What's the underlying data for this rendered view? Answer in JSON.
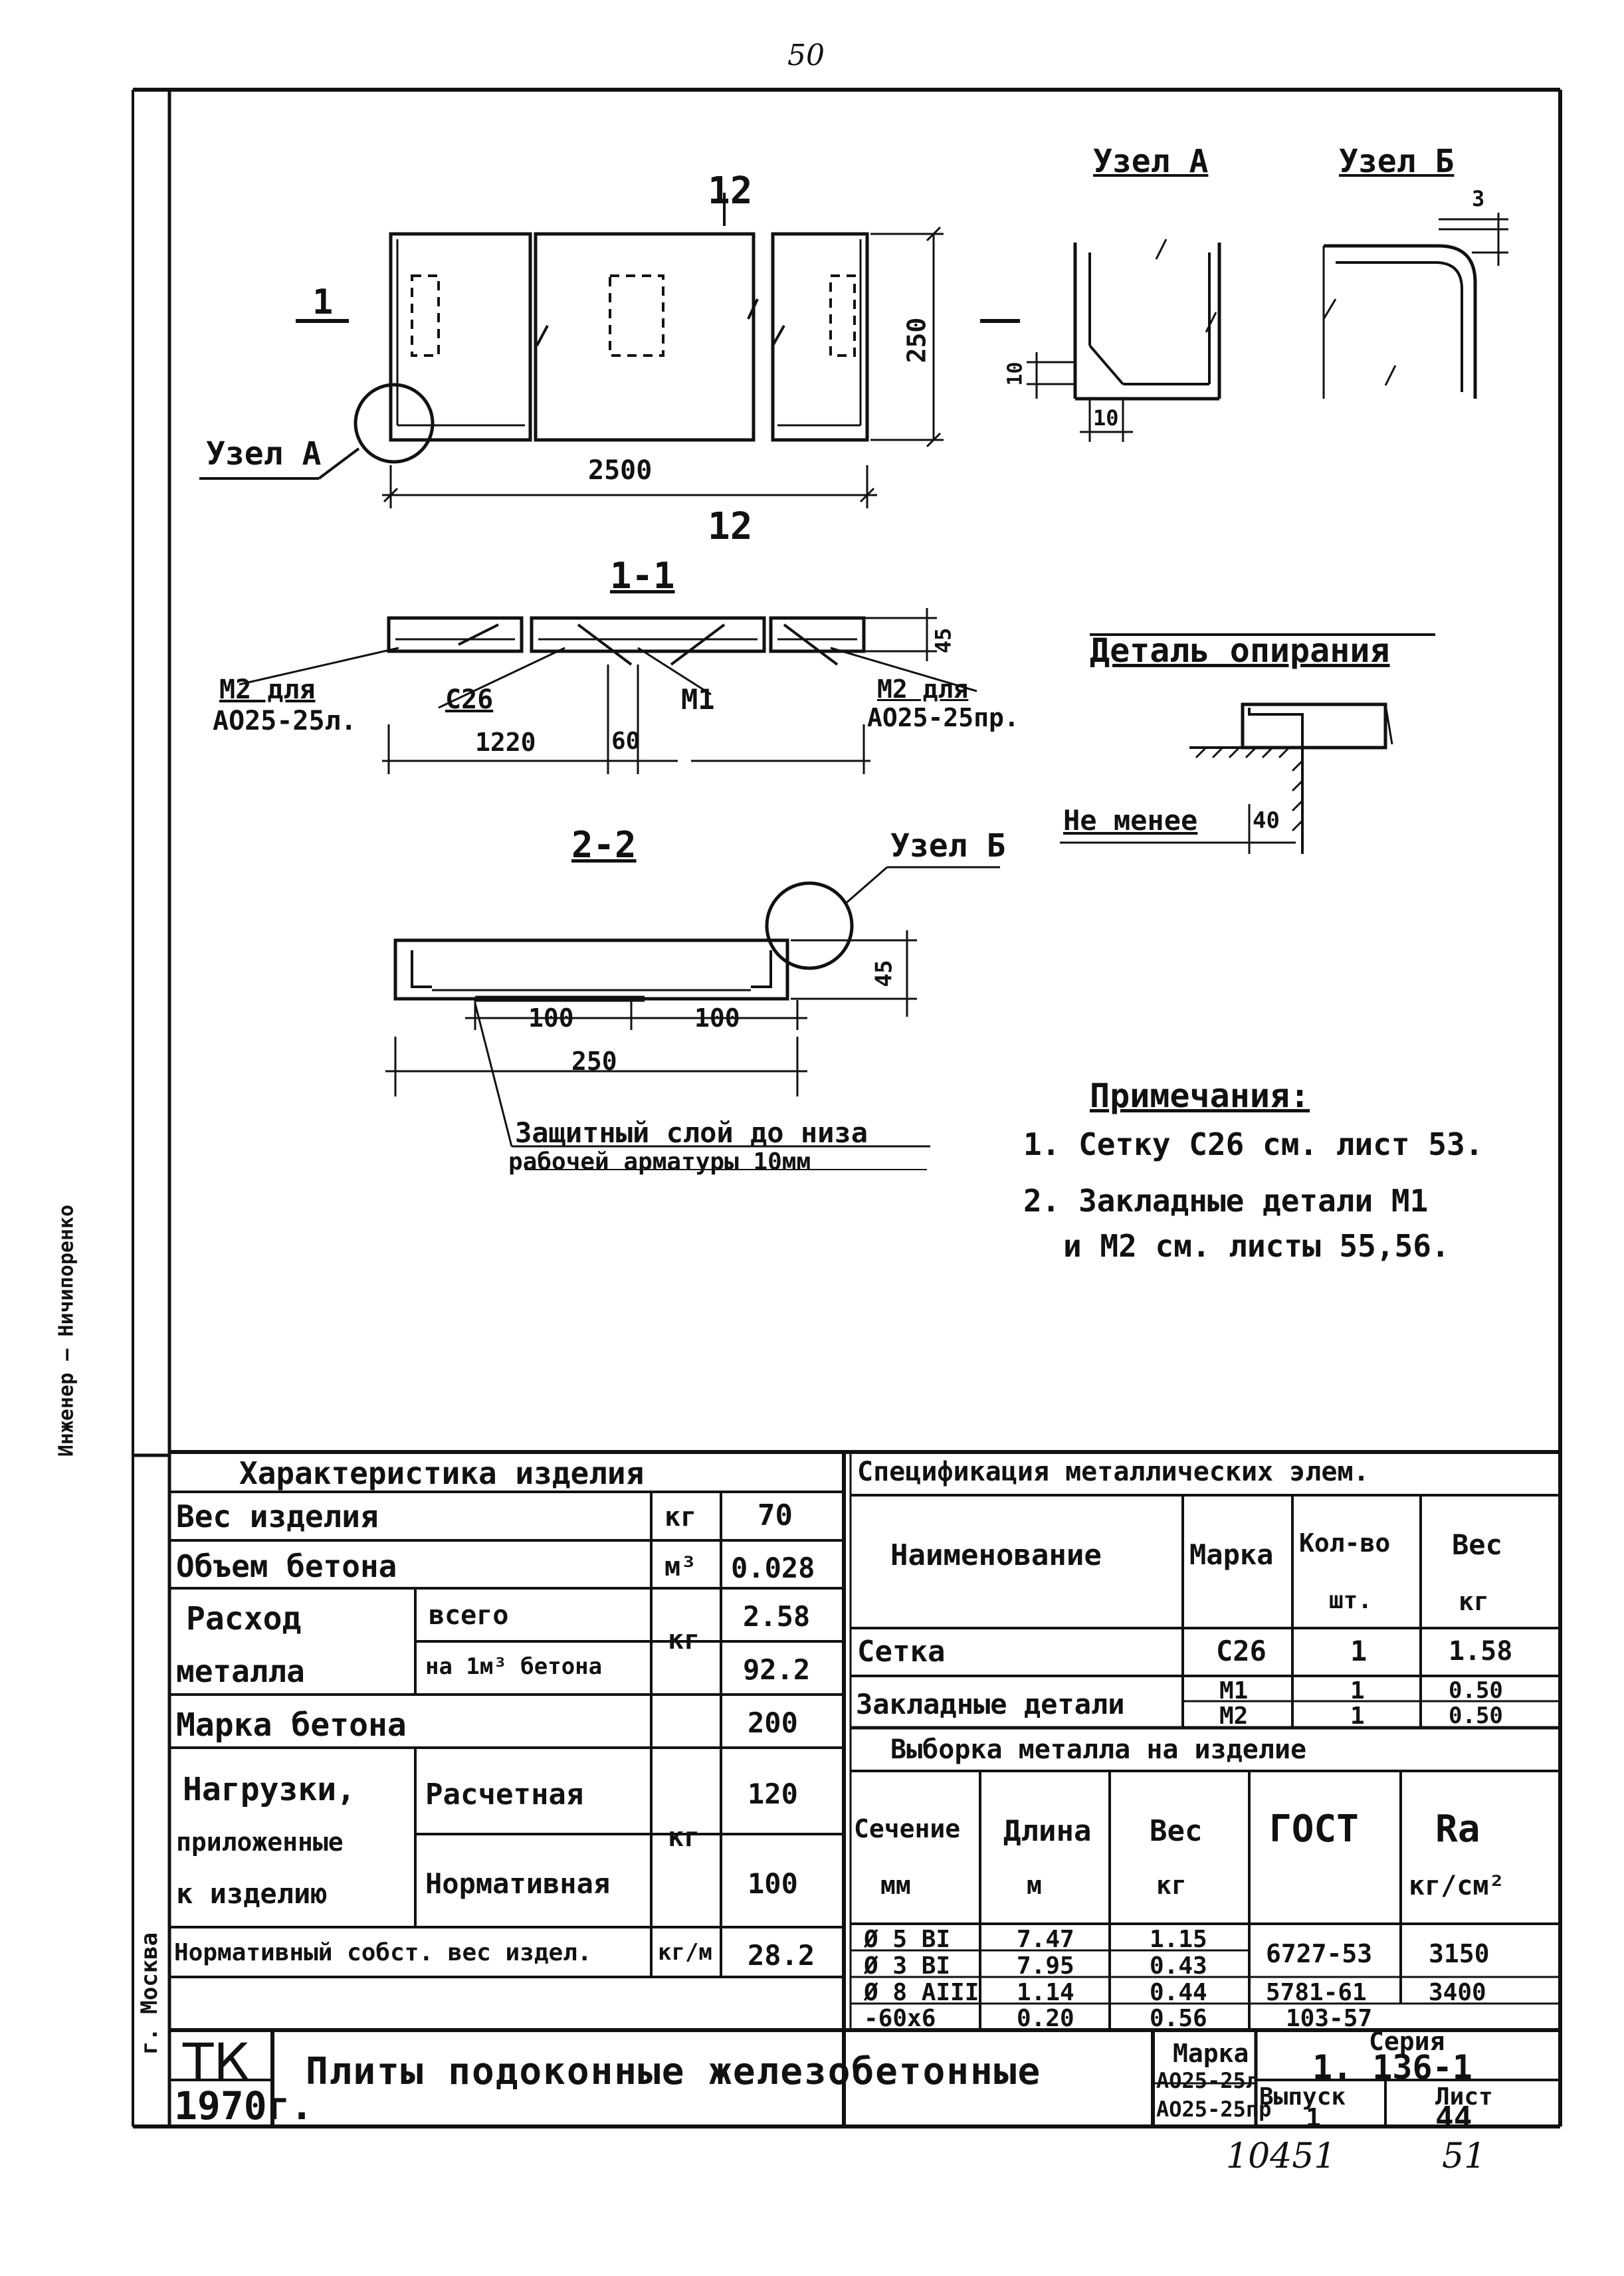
{
  "page_number_top": "50",
  "drawing": {
    "label_12_top": "12",
    "label_12_bottom": "12",
    "section_mark_1": "1",
    "node_a_callout": "Узел А",
    "dim_2500": "2500",
    "dim_250_vertical": "250",
    "node_a_title": "Узел А",
    "node_b_title": "Узел Б",
    "node_a_dim_10_v": "10",
    "node_a_dim_10_h": "10",
    "node_b_dim_3": "3",
    "section_1_1_title": "1-1",
    "m2_left_1": "М2 для",
    "m2_left_2": "АО25-25л.",
    "c26_label": "С26",
    "m1_label": "М1",
    "m2_right_1": "М2 для",
    "m2_right_2": "АО25-25пр.",
    "dim_1220": "1220",
    "dim_60": "60",
    "dim_45_a": "45",
    "support_title": "Деталь опирания",
    "not_less": "Не менее",
    "dim_40": "40",
    "section_2_2_title": "2-2",
    "node_b_callout": "Узел Б",
    "dim_100_a": "100",
    "dim_100_b": "100",
    "dim_250_h": "250",
    "dim_45_b": "45",
    "cover_note_1": "Защитный слой до низа",
    "cover_note_2": "рабочей арматуры 10мм",
    "notes_title": "Примечания:",
    "note_1": "1. Сетку С26 см. лист 53.",
    "note_2a": "2. Закладные детали М1",
    "note_2b": "и М2 см. листы 55,56.",
    "side_stamp": "Инженер  —  Ничипоренко",
    "side_city": "г. Москва"
  },
  "char_table": {
    "title": "Характеристика изделия",
    "weight_label": "Вес изделия",
    "weight_unit": "кг",
    "weight_value": "70",
    "volume_label": "Объем бетона",
    "volume_unit": "м³",
    "volume_value": "0.028",
    "metal_label_1": "Расход",
    "metal_label_2": "металла",
    "metal_total_label": "всего",
    "metal_total_value": "2.58",
    "metal_per_label": "на 1м³ бетона",
    "metal_per_value": "92.2",
    "metal_unit": "кг",
    "grade_label": "Марка бетона",
    "grade_value": "200",
    "load_label_1": "Нагрузки,",
    "load_label_2": "приложенные",
    "load_label_3": "к изделию",
    "load_calc_label": "Расчетная",
    "load_calc_value": "120",
    "load_norm_label": "Нормативная",
    "load_norm_value": "100",
    "load_unit": "кг",
    "self_weight_label": "Нормативный собст. вес издел.",
    "self_weight_unit": "кг/м",
    "self_weight_value": "28.2"
  },
  "spec_table": {
    "title": "Спецификация металлических элем.",
    "h_name": "Наименование",
    "h_mark": "Марка",
    "h_qty_1": "Кол-во",
    "h_qty_2": "шт.",
    "h_weight_1": "Вес",
    "h_weight_2": "кг",
    "r1_name": "Сетка",
    "r1_mark": "С26",
    "r1_qty": "1",
    "r1_weight": "1.58",
    "r2_name": "Закладные детали",
    "r2_mark": "М1",
    "r2_qty": "1",
    "r2_weight": "0.50",
    "r3_mark": "М2",
    "r3_qty": "1",
    "r3_weight": "0.50"
  },
  "metal_table": {
    "title": "Выборка металла на изделие",
    "h_section_1": "Сечение",
    "h_section_2": "мм",
    "h_length_1": "Длина",
    "h_length_2": "м",
    "h_weight_1": "Вес",
    "h_weight_2": "кг",
    "h_gost": "ГОСТ",
    "h_ra_1": "Ra",
    "h_ra_2": "кг/см²",
    "rows": [
      {
        "sec": "Ø 5 BI",
        "len": "7.47",
        "w": "1.15"
      },
      {
        "sec": "Ø 3 BI",
        "len": "7.95",
        "w": "0.43"
      },
      {
        "sec": "Ø 8 AIII",
        "len": "1.14",
        "w": "0.44"
      },
      {
        "sec": "-60x6",
        "len": "0.20",
        "w": "0.56"
      }
    ],
    "gost_1": "6727-53",
    "ra_1": "3150",
    "gost_2": "5781-61",
    "ra_2": "3400",
    "gost_3": "103-57"
  },
  "title_block": {
    "tk": "ТК",
    "year": "1970г.",
    "title": "Плиты подоконные железобетонные",
    "mark_label": "Марка",
    "mark_1": "АО25-25л",
    "mark_2": "АО25-25пр",
    "series_label": "Серия",
    "series_value": "1. 136-1",
    "issue_label": "Выпуск",
    "issue_value": "1",
    "sheet_label": "Лист",
    "sheet_value": "44"
  },
  "bottom_numbers": {
    "inventory": "10451",
    "sheet_bottom": "51"
  }
}
